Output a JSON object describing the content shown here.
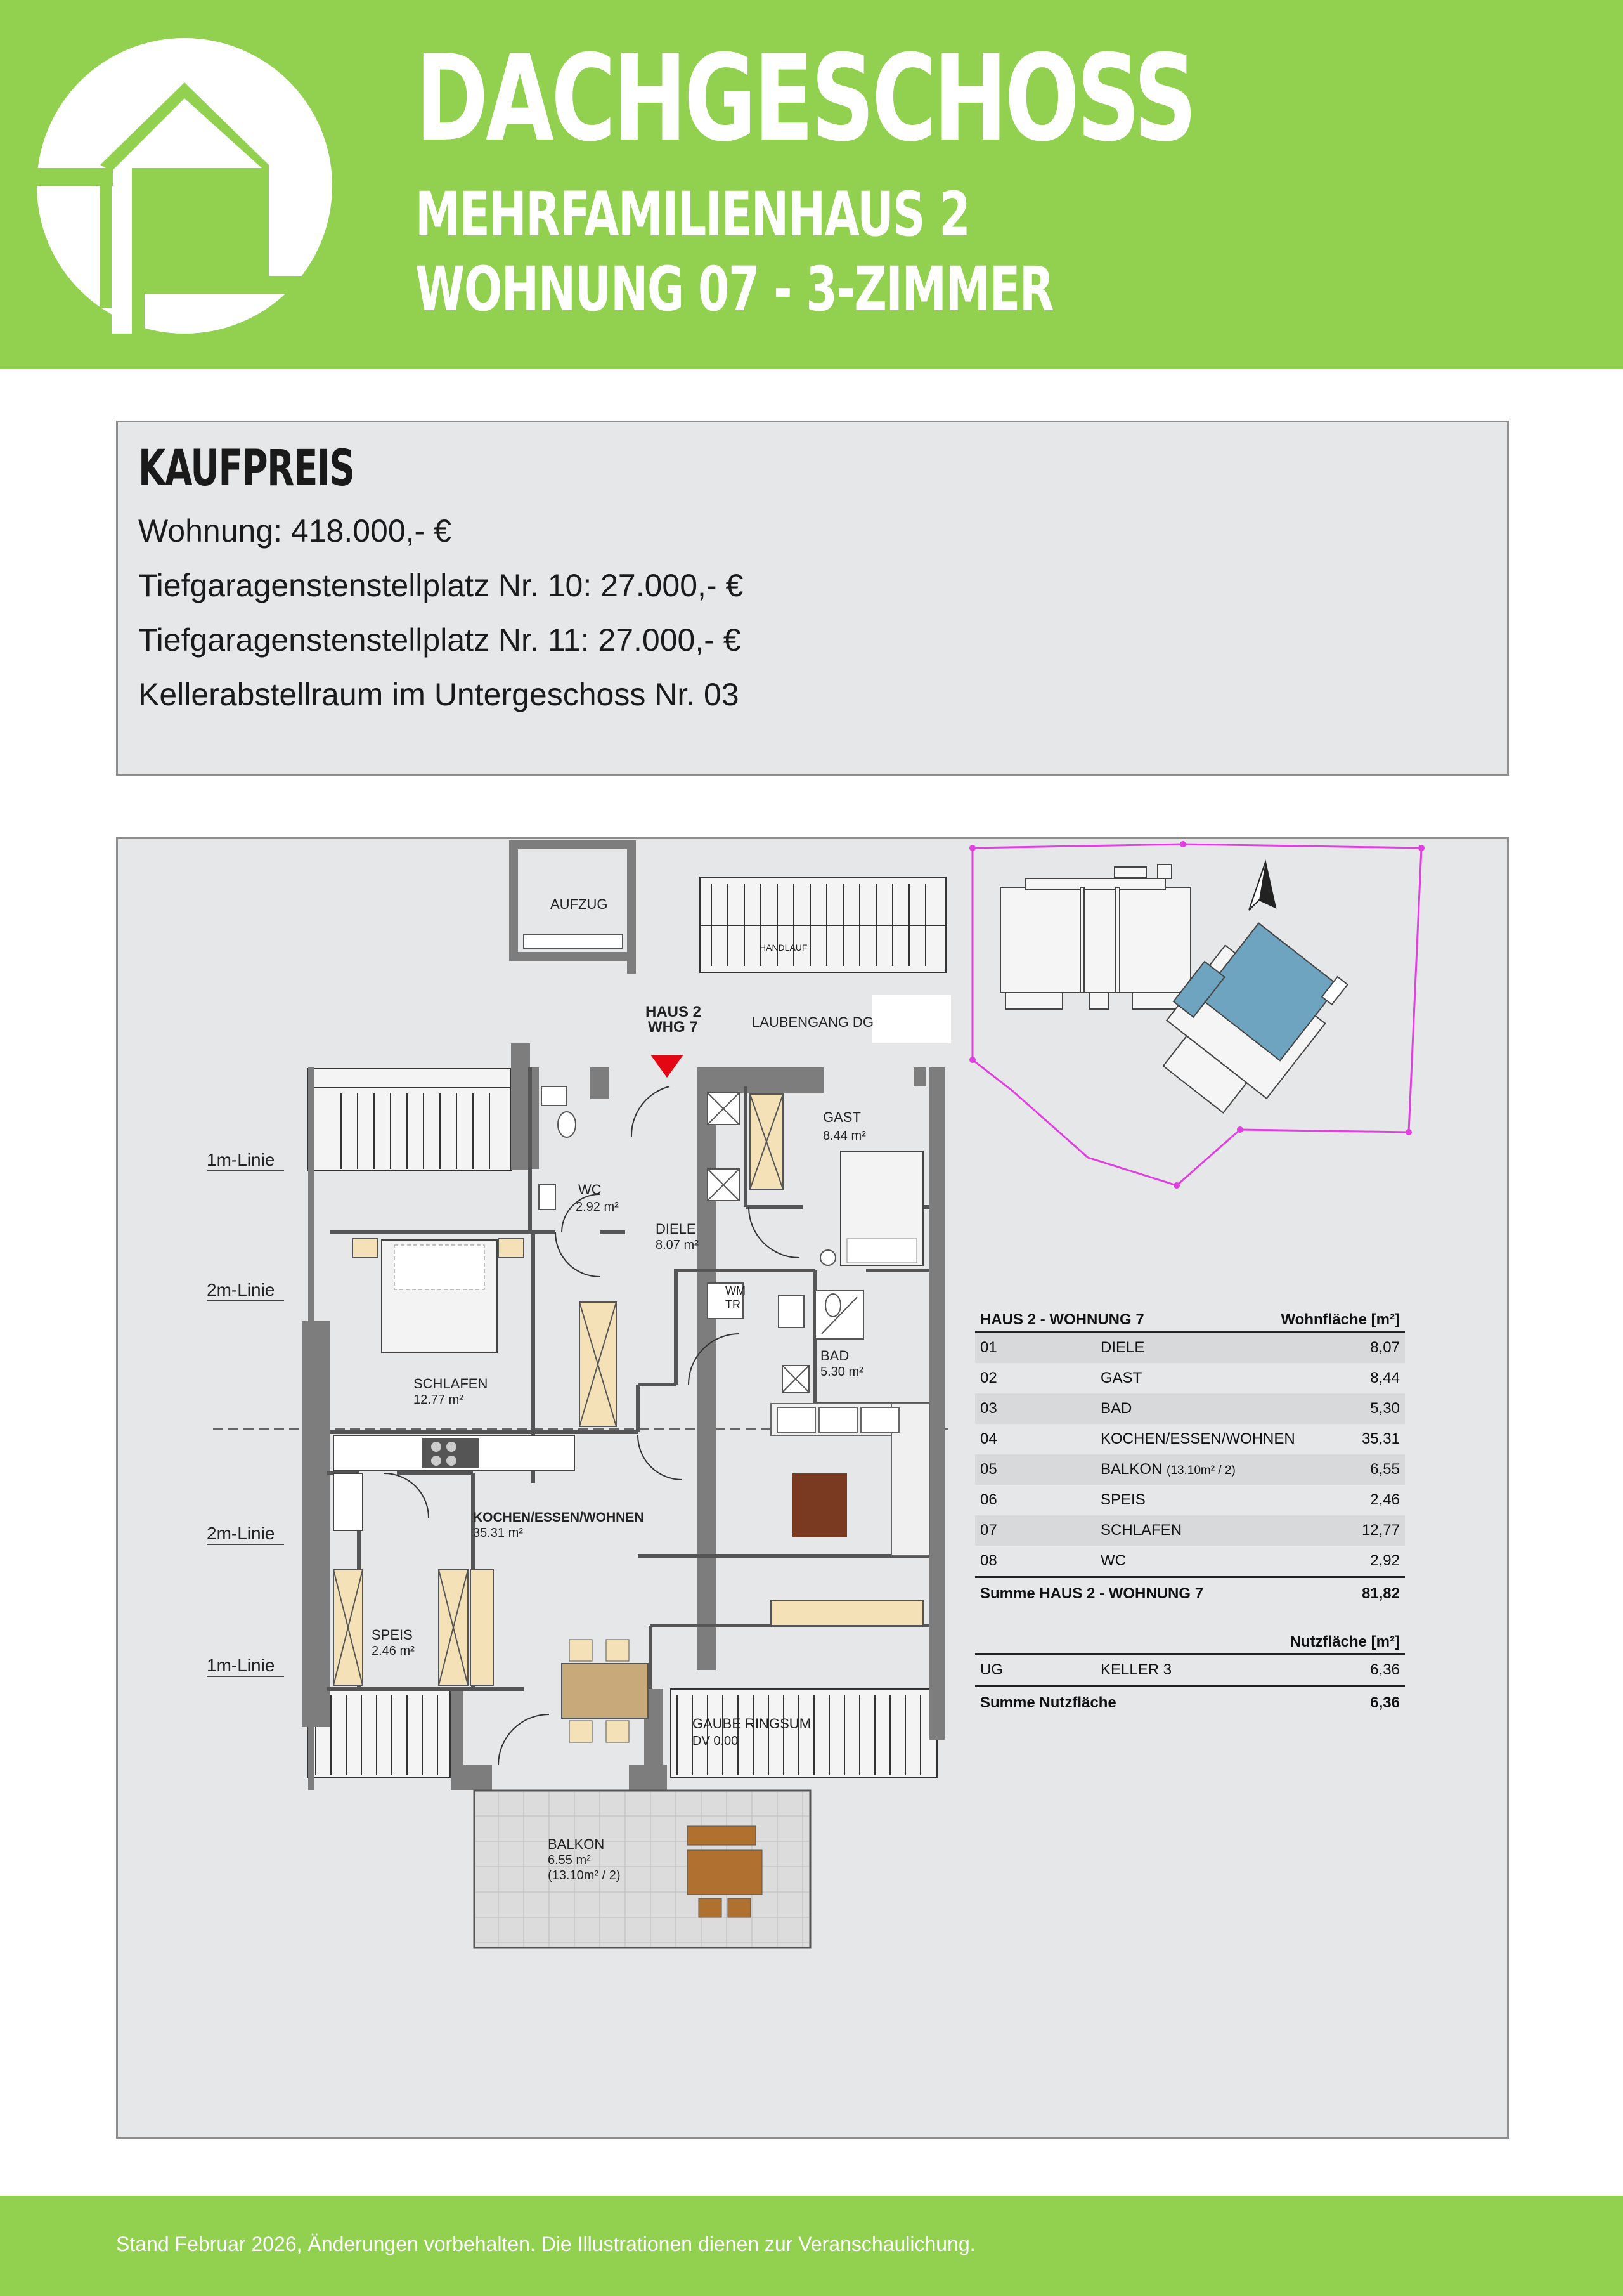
{
  "header": {
    "title": "DACHGESCHOSS",
    "subtitle_1": "MEHRFAMILIENHAUS 2",
    "subtitle_2": "WOHNUNG 07 - 3-ZIMMER",
    "logo_icon": "house-logo-icon"
  },
  "price": {
    "title": "KAUFPREIS",
    "lines": [
      "Wohnung: 418.000,- €",
      "Tiefgaragenstenstellplatz Nr. 10: 27.000,- €",
      "Tiefgaragenstenstellplatz Nr. 11: 27.000,- €",
      "Kellerabstellraum im Untergeschoss Nr. 03"
    ]
  },
  "plan": {
    "rooms": {
      "aufzug": "AUFZUG",
      "handlauf": "HANDLAUF",
      "laubengang": "LAUBENGANG DG",
      "marker_1": "HAUS 2",
      "marker_2": "WHG 7",
      "gast": "GAST",
      "gast_area": "8.44 m²",
      "wc": "WC",
      "wc_area": "2.92 m²",
      "diele": "DIELE",
      "diele_area": "8.07 m²",
      "wmtr_1": "WM",
      "wmtr_2": "TR",
      "bad": "BAD",
      "bad_area": "5.30 m²",
      "schlafen": "SCHLAFEN",
      "schlafen_area": "12.77 m²",
      "kochen": "KOCHEN/ESSEN/WOHNEN",
      "kochen_area": "35.31 m²",
      "speis": "SPEIS",
      "speis_area": "2.46 m²",
      "gaube_1": "GAUBE RINGSUM",
      "gaube_2": "DV 0.00",
      "balkon": "BALKON",
      "balkon_area": "6.55 m²",
      "balkon_note": "(13.10m² / 2)"
    },
    "line_labels": [
      "1m-Linie",
      "2m-Linie",
      "2m-Linie",
      "1m-Linie"
    ]
  },
  "area_table": {
    "title": "HAUS 2 - WOHNUNG 7",
    "unit_header": "Wohnfläche [m²]",
    "rows": [
      {
        "no": "01",
        "name": "DIELE",
        "note": "",
        "area": "8,07"
      },
      {
        "no": "02",
        "name": "GAST",
        "note": "",
        "area": "8,44"
      },
      {
        "no": "03",
        "name": "BAD",
        "note": "",
        "area": "5,30"
      },
      {
        "no": "04",
        "name": "KOCHEN/ESSEN/WOHNEN",
        "note": "",
        "area": "35,31"
      },
      {
        "no": "05",
        "name": "BALKON",
        "note": "(13.10m² / 2)",
        "area": "6,55"
      },
      {
        "no": "06",
        "name": "SPEIS",
        "note": "",
        "area": "2,46"
      },
      {
        "no": "07",
        "name": "SCHLAFEN",
        "note": "",
        "area": "12,77"
      },
      {
        "no": "08",
        "name": "WC",
        "note": "",
        "area": "2,92"
      }
    ],
    "sum_label": "Summe HAUS 2 - WOHNUNG 7",
    "sum_value": "81,82",
    "nutz_header": "Nutzfläche [m²]",
    "nutz_rows": [
      {
        "no": "UG",
        "name": "KELLER 3",
        "area": "6,36"
      }
    ],
    "nutz_sum_label": "Summe Nutzfläche",
    "nutz_sum_value": "6,36"
  },
  "footer": {
    "text": "Stand Februar 2026, Änderungen vorbehalten. Die Illustrationen dienen zur Veranschaulichung."
  },
  "colors": {
    "brand_green": "#92d050",
    "panel_gray": "#e6e7e8",
    "wall_gray": "#7d7d7d",
    "marker_red": "#e30613",
    "site_magenta": "#e040e0",
    "site_blue": "#6fa4c0"
  }
}
